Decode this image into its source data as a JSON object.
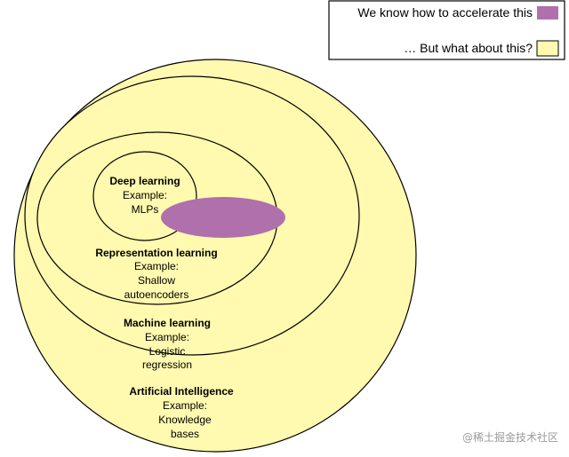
{
  "legend": {
    "accelerate_label": "We know how to accelerate this",
    "accelerate_color": "#b070ac",
    "other_label": "… But what about this?",
    "other_color": "#fffaaf"
  },
  "colors": {
    "circle_fill": "#fffaaf",
    "highlight_fill": "#b070ac",
    "stroke": "#000000"
  },
  "sets": {
    "ai": {
      "title": "Artificial Intelligence",
      "example_label": "Example:",
      "example_lines": [
        "Knowledge",
        "bases"
      ]
    },
    "ml": {
      "title": "Machine learning",
      "example_label": "Example:",
      "example_lines": [
        "Logistic",
        "regression"
      ]
    },
    "rl": {
      "title": "Representation learning",
      "example_label": "Example:",
      "example_lines": [
        "Shallow",
        "autoencoders"
      ]
    },
    "dl": {
      "title": "Deep learning",
      "example_label": "Example:",
      "example_lines": [
        "MLPs"
      ]
    }
  },
  "watermark": "@稀土掘金技术社区"
}
